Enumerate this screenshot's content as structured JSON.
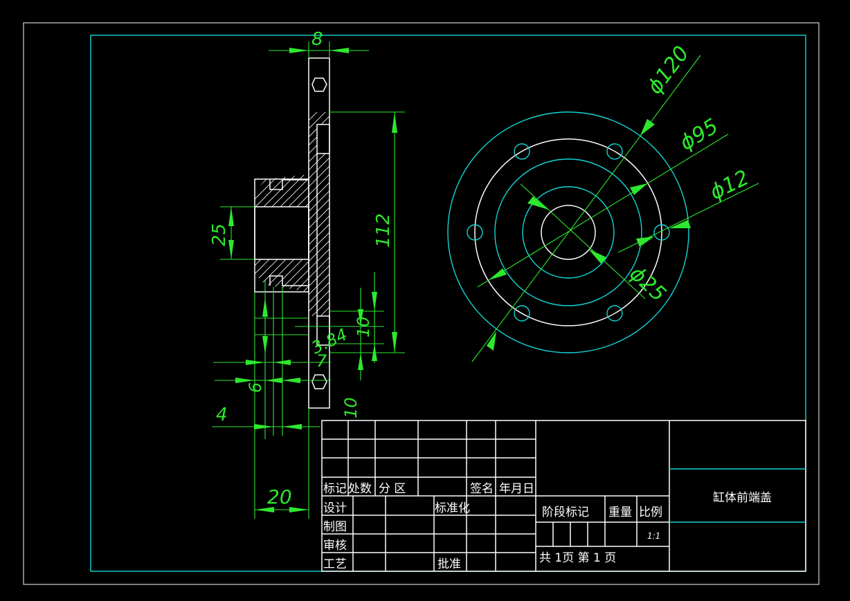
{
  "dimensions": {
    "d8": "8",
    "d112": "112",
    "d25": "25",
    "d10a": "10",
    "d3_84": "3.84",
    "d7": "7",
    "d6": "6",
    "d10b": "10",
    "d4": "4",
    "d20": "20",
    "dia120": "ϕ120",
    "dia95": "ϕ95",
    "dia12": "ϕ12",
    "dia25": "ϕ25"
  },
  "title_block": {
    "mark": "标记",
    "count": "处数",
    "zone": "分 区",
    "signature": "签名",
    "date": "年月日",
    "design": "设计",
    "standardize": "标准化",
    "draw": "制图",
    "review": "审核",
    "process": "工艺",
    "approve": "批准",
    "stage_mark": "阶段标记",
    "weight": "重量",
    "scale_label": "比例",
    "scale_value": "1:1",
    "sheets": "共 1页 第 1 页",
    "part_name": "缸体前端盖"
  },
  "colors": {
    "background": "#000000",
    "outline": "#ffffff",
    "frame": "#13d6d6",
    "dimension": "#2ee82e"
  }
}
